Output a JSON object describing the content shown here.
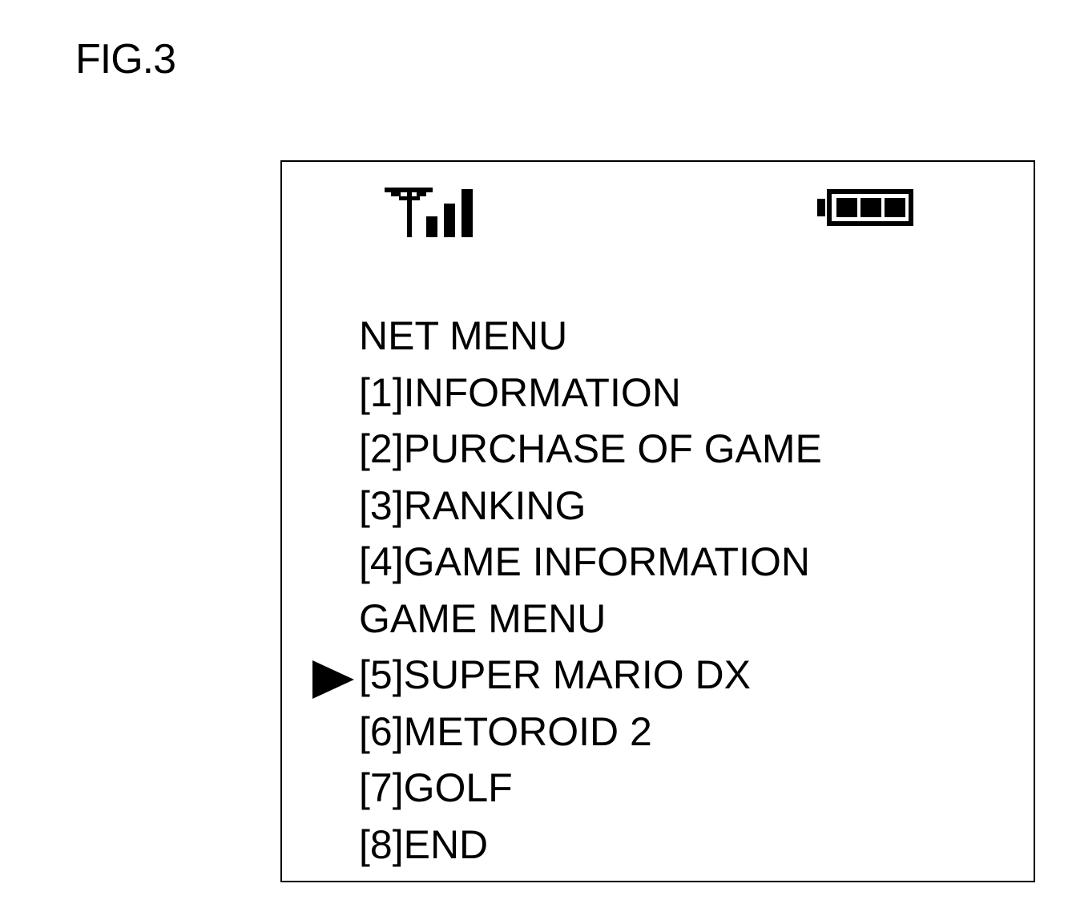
{
  "figure": {
    "label": "FIG.3"
  },
  "status_bar": {
    "signal_icon": "antenna-signal-icon",
    "signal_bars": 3,
    "battery_icon": "battery-icon",
    "battery_segments_filled": 3,
    "battery_segments_total": 3
  },
  "menu": {
    "net_menu_heading": "NET MENU",
    "net_items": [
      {
        "label": "[1]INFORMATION"
      },
      {
        "label": "[2]PURCHASE OF GAME"
      },
      {
        "label": "[3]RANKING"
      },
      {
        "label": "[4]GAME INFORMATION"
      }
    ],
    "game_menu_heading": "GAME MENU",
    "game_items": [
      {
        "label": "[5]SUPER MARIO DX",
        "selected": true
      },
      {
        "label": "[6]METOROID 2",
        "selected": false
      },
      {
        "label": "[7]GOLF",
        "selected": false
      },
      {
        "label": "[8]END",
        "selected": false
      }
    ],
    "cursor_icon": "selection-cursor-triangle-icon"
  }
}
